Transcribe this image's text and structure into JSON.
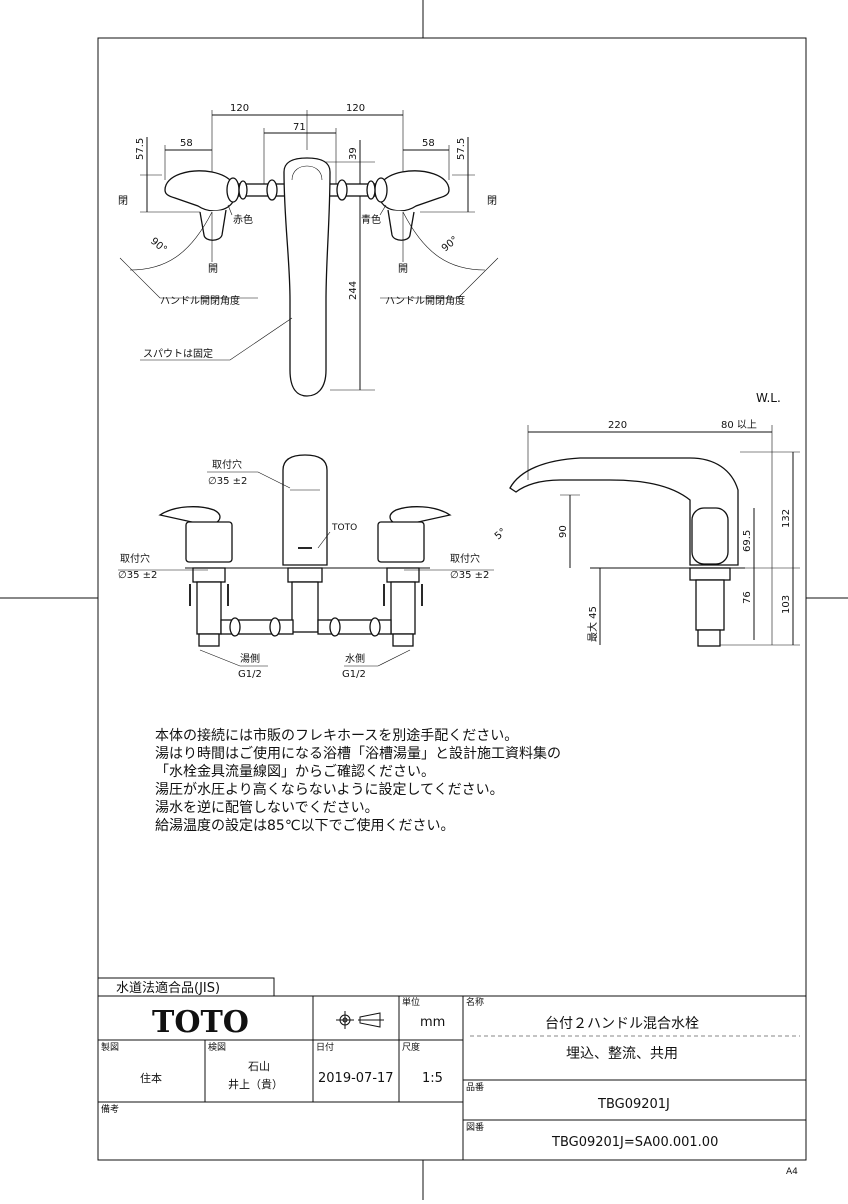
{
  "top_view": {
    "dims": {
      "left_120": "120",
      "right_120": "120",
      "center_71": "71",
      "left_58": "58",
      "right_58": "58",
      "left_57_5": "57.5",
      "right_57_5": "57.5",
      "d39": "39",
      "d244": "244",
      "left_90": "90°",
      "right_90": "90°"
    },
    "labels": {
      "left_close": "閉",
      "left_open": "開",
      "right_close": "閉",
      "right_open": "開",
      "red": "赤色",
      "blue": "青色",
      "left_angle": "ハンドル開閉角度",
      "right_angle": "ハンドル開閉角度",
      "spout_fixed": "スパウトは固定"
    }
  },
  "front_view": {
    "labels": {
      "center_hole_title": "取付穴",
      "center_hole_dim": "∅35 ±2",
      "left_hole_title": "取付穴",
      "left_hole_dim": "∅35 ±2",
      "right_hole_title": "取付穴",
      "right_hole_dim": "∅35 ±2",
      "toto_mark": "TOTO",
      "hot_side": "湯側",
      "hot_thread": "G1/2",
      "cold_side": "水側",
      "cold_thread": "G1/2"
    }
  },
  "side_view": {
    "labels": {
      "wl": "W.L.",
      "d220": "220",
      "d80": "80 以上",
      "d132": "132",
      "d90": "90",
      "d69_5": "69.5",
      "d5": "5°",
      "max45": "最大 45",
      "d76": "76",
      "d103": "103"
    }
  },
  "notes": [
    "本体の接続には市販のフレキホースを別途手配ください。",
    "湯はり時間はご使用になる浴槽「浴槽湯量」と設計施工資料集の",
    "「水栓金具流量線図」からご確認ください。",
    "湯圧が水圧より高くならないように設定してください。",
    "湯水を逆に配管しないでください。",
    "給湯温度の設定は85℃以下でご使用ください。"
  ],
  "title_block": {
    "certification": "水道法適合品(JIS)",
    "logo": "TOTO",
    "unit_label": "単位",
    "unit_value": "mm",
    "name_label": "名称",
    "name_line1": "台付２ハンドル混合水栓",
    "name_line2": "埋込、整流、共用",
    "drawn_label": "製図",
    "drawn_value": "住本",
    "checked_label": "検図",
    "checked_value1": "石山",
    "checked_value2": "井上（貴）",
    "date_label": "日付",
    "date_value": "2019-07-17",
    "scale_label": "尺度",
    "scale_value": "1:5",
    "part_label": "品番",
    "part_value": "TBG09201J",
    "remarks_label": "備考",
    "drawing_label": "図番",
    "drawing_value": "TBG09201J=SA00.001.00",
    "sheet_size": "A4"
  }
}
